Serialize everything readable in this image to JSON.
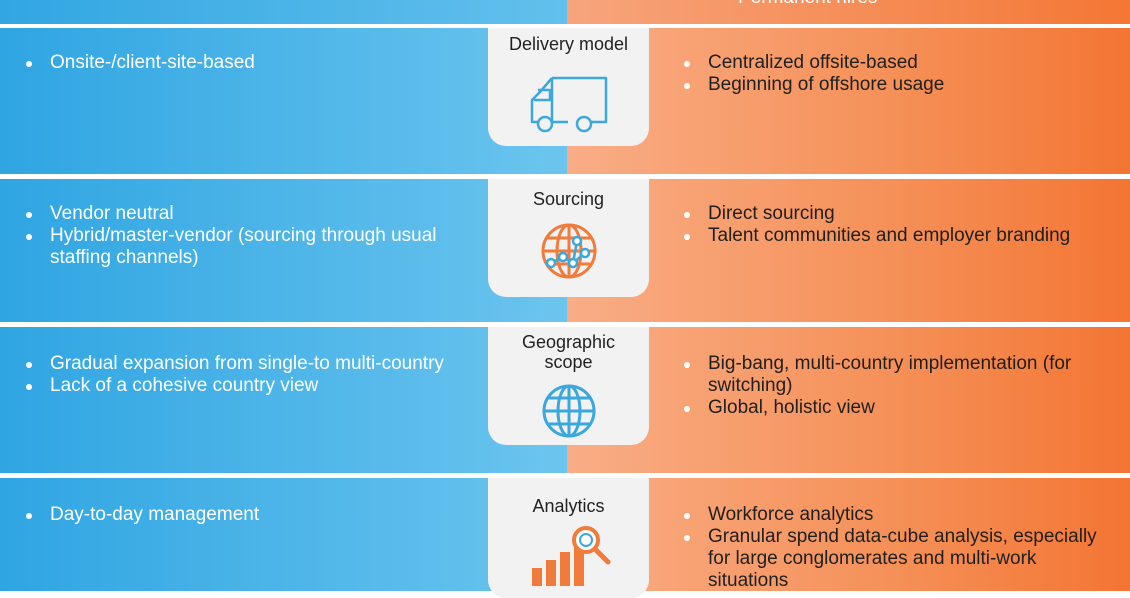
{
  "header": {
    "right_label": "Permanent hires"
  },
  "rows": [
    {
      "category": "Delivery model",
      "icon": "delivery-truck-icon",
      "left": [
        "Onsite-/client-site-based"
      ],
      "right": [
        "Centralized offsite-based",
        "Beginning of offshore usage"
      ]
    },
    {
      "category": "Sourcing",
      "icon": "sourcing-network-globe-icon",
      "left": [
        "Vendor neutral",
        "Hybrid/master-vendor (sourcing through usual staffing channels)"
      ],
      "right": [
        "Direct sourcing",
        "Talent communities and employer branding"
      ]
    },
    {
      "category": "Geographic scope",
      "icon": "globe-icon",
      "left": [
        "Gradual expansion from single-to multi-country",
        "Lack of a cohesive country view"
      ],
      "right": [
        "Big-bang, multi-country implementation (for switching)",
        "Global, holistic view"
      ]
    },
    {
      "category": "Analytics",
      "icon": "analytics-chart-magnifier-icon",
      "left": [
        "Day-to-day management"
      ],
      "right": [
        "Workforce analytics",
        "Granular spend data-cube analysis, especially for large conglomerates and multi-work situations"
      ]
    }
  ],
  "colors": {
    "left_gradient_start": "#2fa5e2",
    "left_gradient_end": "#6cc5ee",
    "right_gradient_start": "#f9ad86",
    "right_gradient_end": "#f37533",
    "card_bg": "#f2f2f2",
    "icon_blue": "#3aa7dd",
    "icon_orange": "#f07b3a"
  }
}
